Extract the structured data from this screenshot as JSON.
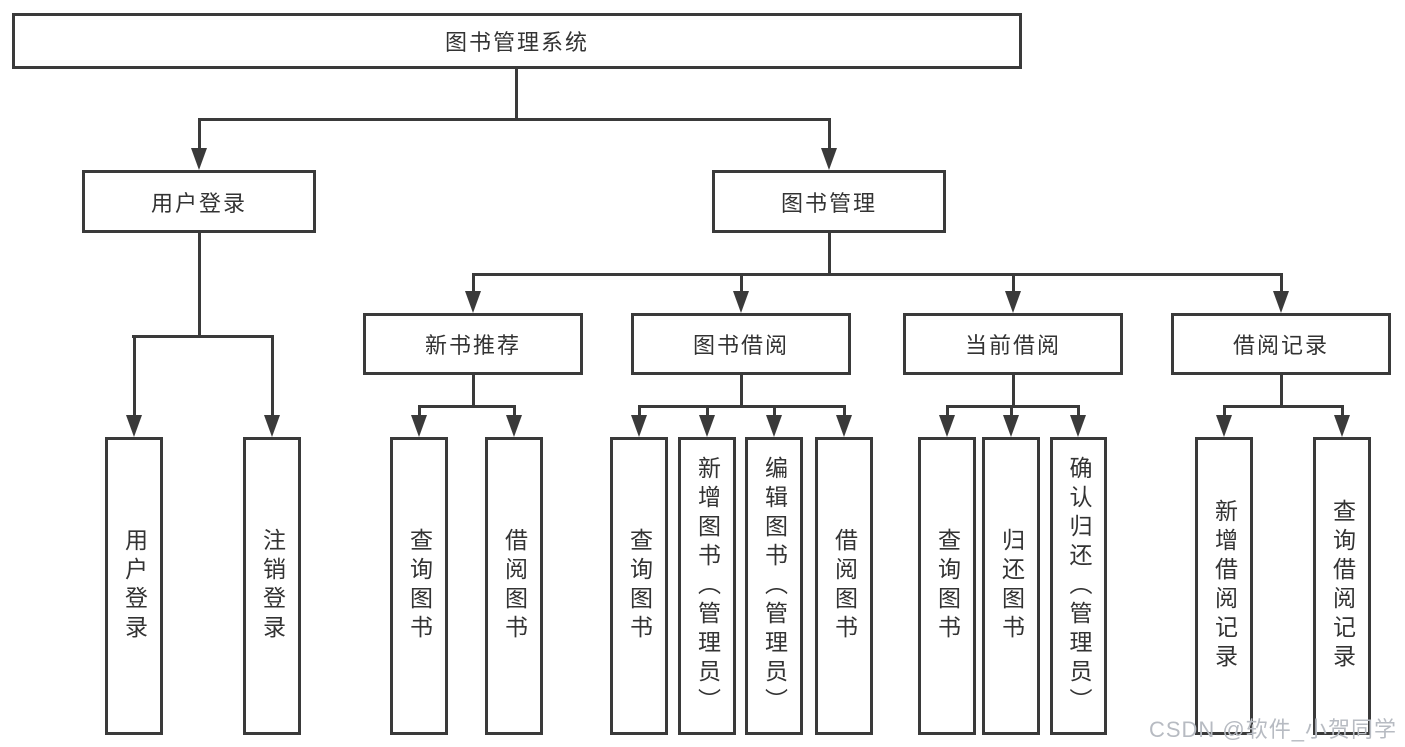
{
  "diagram": {
    "title": "图书管理系统",
    "level2": [
      {
        "label": "用户登录",
        "leaves": [
          {
            "label": "用户登录"
          },
          {
            "label": "注销登录"
          }
        ]
      },
      {
        "label": "图书管理",
        "children": [
          {
            "label": "新书推荐",
            "leaves": [
              {
                "label": "查询图书"
              },
              {
                "label": "借阅图书"
              }
            ]
          },
          {
            "label": "图书借阅",
            "leaves": [
              {
                "label": "查询图书"
              },
              {
                "label": "新增图书（管理员）"
              },
              {
                "label": "编辑图书（管理员）"
              },
              {
                "label": "借阅图书"
              }
            ]
          },
          {
            "label": "当前借阅",
            "leaves": [
              {
                "label": "查询图书"
              },
              {
                "label": "归还图书"
              },
              {
                "label": "确认归还（管理员）"
              }
            ]
          },
          {
            "label": "借阅记录",
            "leaves": [
              {
                "label": "新增借阅记录"
              },
              {
                "label": "查询借阅记录"
              }
            ]
          }
        ]
      }
    ]
  },
  "watermark": {
    "text": "CSDN @软件_小贺同学",
    "color": "#b7bbc2"
  },
  "colors": {
    "line": "#3a3a3a",
    "text": "#333333",
    "background": "#ffffff"
  }
}
